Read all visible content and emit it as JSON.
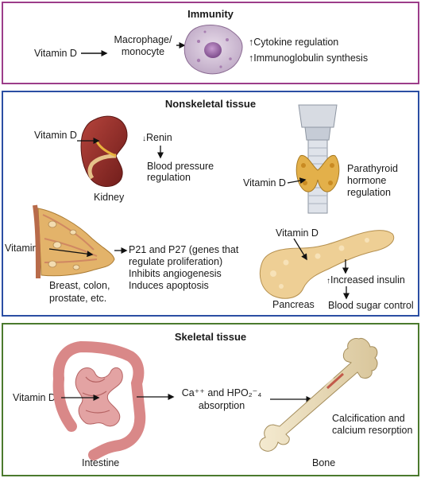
{
  "colors": {
    "immunity_border": "#9c3d8a",
    "nonskeletal_border": "#2b4ea3",
    "skeletal_border": "#4b7a2e"
  },
  "immunity": {
    "title": "Immunity",
    "vitamin_d": "Vitamin D",
    "cell_line1": "Macrophage/",
    "cell_line2": "monocyte",
    "effect1": "Cytokine regulation",
    "effect2": "Immunoglobulin synthesis"
  },
  "nonskeletal": {
    "title": "Nonskeletal tissue",
    "kidney": {
      "vitamin_d": "Vitamin D",
      "renin": "Renin",
      "effect_line1": "Blood pressure",
      "effect_line2": "regulation",
      "organ": "Kidney"
    },
    "parathyroid": {
      "vitamin_d": "Vitamin D",
      "line1": "Parathyroid",
      "line2": "hormone",
      "line3": "regulation"
    },
    "breast": {
      "vitamin_d": "Vitamin D",
      "effect1": "P21 and P27 (genes that",
      "effect2": "regulate proliferation)",
      "effect3": "Inhibits angiogenesis",
      "effect4": "Induces apoptosis",
      "organ1": "Breast, colon,",
      "organ2": "prostate, etc."
    },
    "pancreas": {
      "vitamin_d": "Vitamin D",
      "insulin": "Increased insulin",
      "organ": "Pancreas",
      "blood_sugar": "Blood sugar control"
    }
  },
  "skeletal": {
    "title": "Skeletal tissue",
    "vitamin_d": "Vitamin D",
    "absorption_line1": "Ca⁺⁺ and HPO₂⁻₄",
    "absorption_line2": "absorption",
    "effect_line1": "Calcification and",
    "effect_line2": "calcium resorption",
    "intestine": "Intestine",
    "bone": "Bone"
  }
}
